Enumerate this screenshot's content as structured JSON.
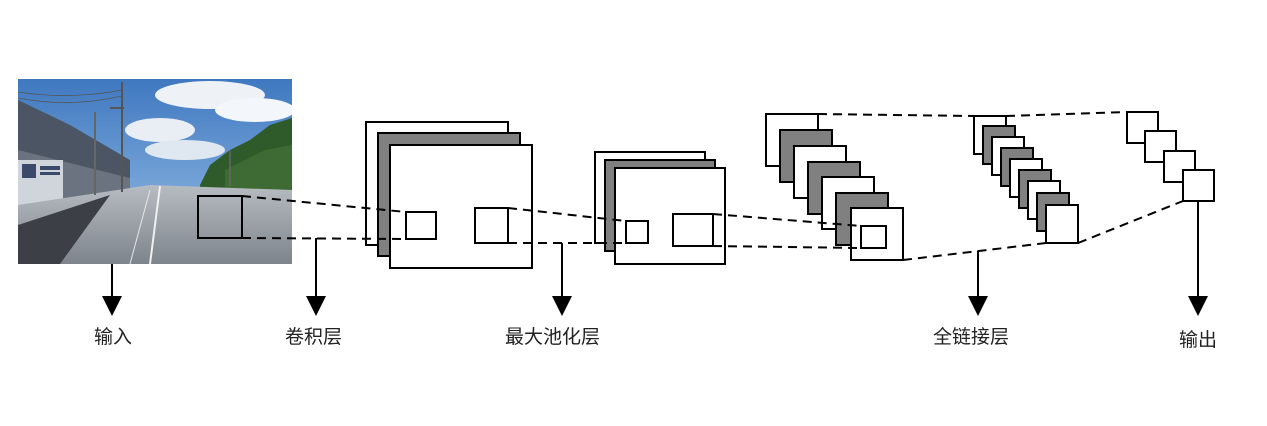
{
  "labels": {
    "input": "输入",
    "conv": "卷积层",
    "pool": "最大池化层",
    "fc": "全链接层",
    "output": "输出"
  },
  "colors": {
    "stroke": "#000000",
    "gray_fill": "#808080",
    "white_fill": "#ffffff",
    "sky": "#4f86c8",
    "cloud": "#e8edf3",
    "building": "#4b5563",
    "trees": "#2f5a2a",
    "road": "#9aa0a6",
    "dark_road": "#3c4046"
  },
  "icons": {
    "input_image": "photo-road-factory-icon"
  }
}
